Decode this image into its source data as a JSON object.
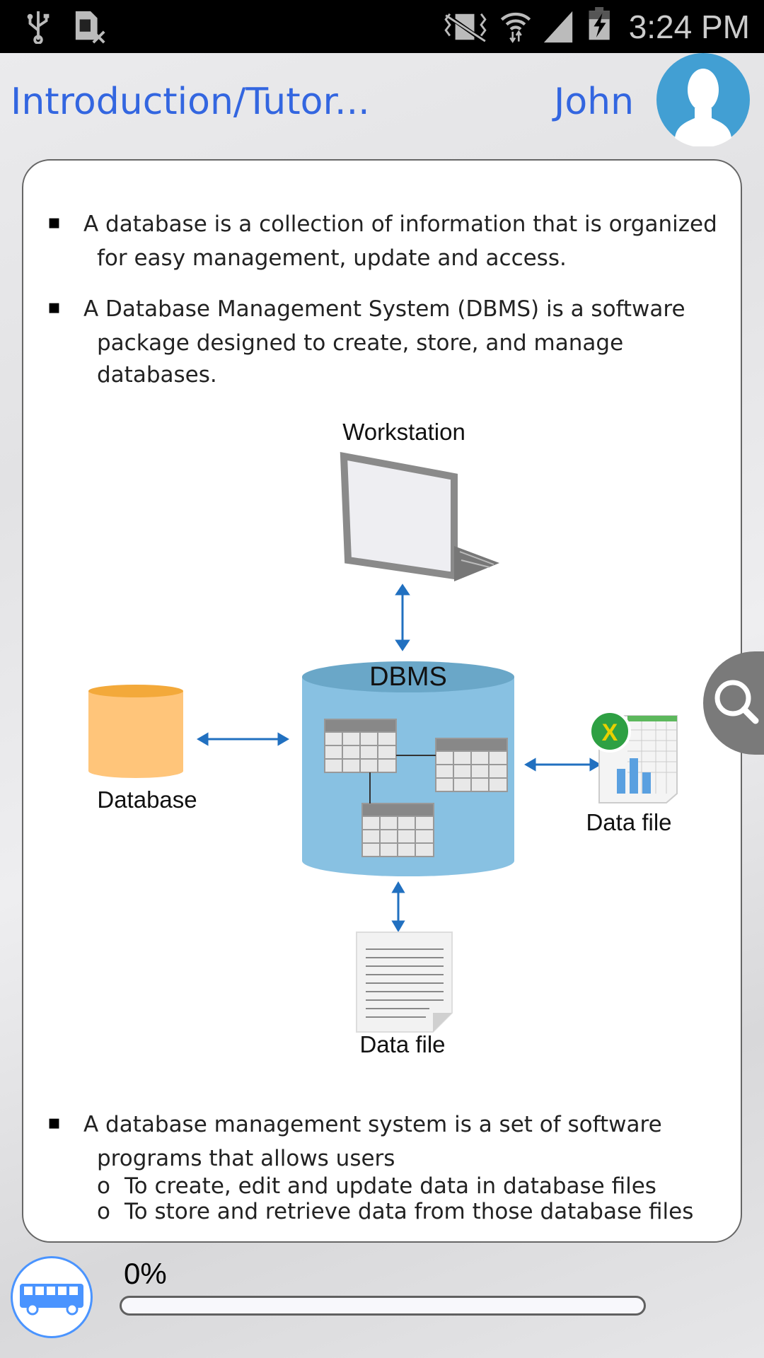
{
  "status_bar": {
    "time": "3:24 PM",
    "icons": [
      "usb-icon",
      "sim-missing-icon",
      "vibrate-mute-icon",
      "wifi-icon",
      "signal-icon",
      "battery-charging-icon"
    ]
  },
  "header": {
    "title": "Introduction/Tutor...",
    "user_name": "John",
    "avatar_color": "#429fd3",
    "title_color": "#3366e0"
  },
  "content": {
    "bullets": [
      {
        "lines": [
          "A database is a collection of information that is organized",
          "for easy management, update and access."
        ]
      },
      {
        "lines": [
          "A Database Management System (DBMS) is a software",
          "package designed to create, store, and manage",
          "databases."
        ]
      },
      {
        "lines": [
          "A database management system is a set of software",
          "programs that allows users"
        ],
        "sub_items": [
          "To create, edit and update data in database files",
          "To store and retrieve data from those database files"
        ],
        "sub_marker": "o"
      }
    ],
    "diagram": {
      "workstation_label": "Workstation",
      "dbms_label": "DBMS",
      "database_label": "Database",
      "data_file_excel_label": "Data file",
      "data_file_doc_label": "Data file",
      "excel_badge": "X"
    }
  },
  "footer": {
    "progress_text": "0%",
    "progress_value": 0,
    "accent": "#4a94ff"
  }
}
